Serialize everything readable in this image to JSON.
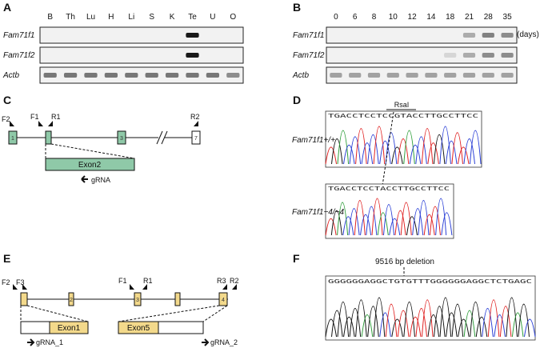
{
  "panels": {
    "A": {
      "letter": "A",
      "lanes": [
        "B",
        "Th",
        "Lu",
        "H",
        "Li",
        "S",
        "K",
        "Te",
        "U",
        "O"
      ],
      "rows": [
        {
          "gene": "Fam71f1",
          "bands": [
            0,
            0,
            0,
            0,
            0,
            0,
            0,
            1,
            0,
            0
          ]
        },
        {
          "gene": "Fam71f2",
          "bands": [
            0,
            0,
            0,
            0,
            0,
            0,
            0,
            1,
            0,
            0
          ]
        },
        {
          "gene": "Actb",
          "bands": [
            0.55,
            0.55,
            0.55,
            0.55,
            0.55,
            0.55,
            0.55,
            0.55,
            0.55,
            0.45
          ]
        }
      ]
    },
    "B": {
      "letter": "B",
      "lanes": [
        "0",
        "6",
        "8",
        "10",
        "12",
        "14",
        "18",
        "21",
        "28",
        "35"
      ],
      "unit": "(days)",
      "rows": [
        {
          "gene": "Fam71f1",
          "bands": [
            0,
            0,
            0,
            0,
            0,
            0,
            0,
            0.3,
            0.5,
            0.45
          ]
        },
        {
          "gene": "Fam71f2",
          "bands": [
            0,
            0,
            0,
            0,
            0,
            0,
            0.1,
            0.3,
            0.45,
            0.45
          ]
        },
        {
          "gene": "Actb",
          "bands": [
            0.35,
            0.35,
            0.35,
            0.35,
            0.35,
            0.35,
            0.35,
            0.35,
            0.35,
            0.35
          ]
        }
      ]
    },
    "C": {
      "letter": "C",
      "primers": [
        "F2",
        "F1",
        "R1",
        "R2"
      ],
      "exons": [
        "1",
        "2",
        "3",
        "7"
      ],
      "zoom_label": "Exon2",
      "grna": "gRNA"
    },
    "D": {
      "letter": "D",
      "enzyme": "RsaI",
      "seq_wt": "TGACCTCCTCCGTACCTTGCCTTCC",
      "seq_mut": "TGACCTCCTACCTTGCCTTCC",
      "genotype_wt": "Fam71f1+/+",
      "genotype_mut": "Fam71f1−4/−4"
    },
    "E": {
      "letter": "E",
      "primers": [
        "F2",
        "F3",
        "F1",
        "R1",
        "R3",
        "R2"
      ],
      "exons": [
        "1",
        "2",
        "3",
        "4"
      ],
      "zoom_left": "Exon1",
      "zoom_right": "Exon5",
      "grna_1": "gRNA_1",
      "grna_2": "gRNA_2"
    },
    "F": {
      "letter": "F",
      "deletion": "9516 bp deletion",
      "seq": "GGGGGGAGGCTGTGTTTGGGGGGAGGCTCTGAGC"
    }
  },
  "colors": {
    "green_exon": "#8fc9a8",
    "yellow_exon": "#f3d98b",
    "trace_A": "#2e9e3a",
    "trace_C": "#2a3fd6",
    "trace_G": "#111111",
    "trace_T": "#e02020"
  }
}
